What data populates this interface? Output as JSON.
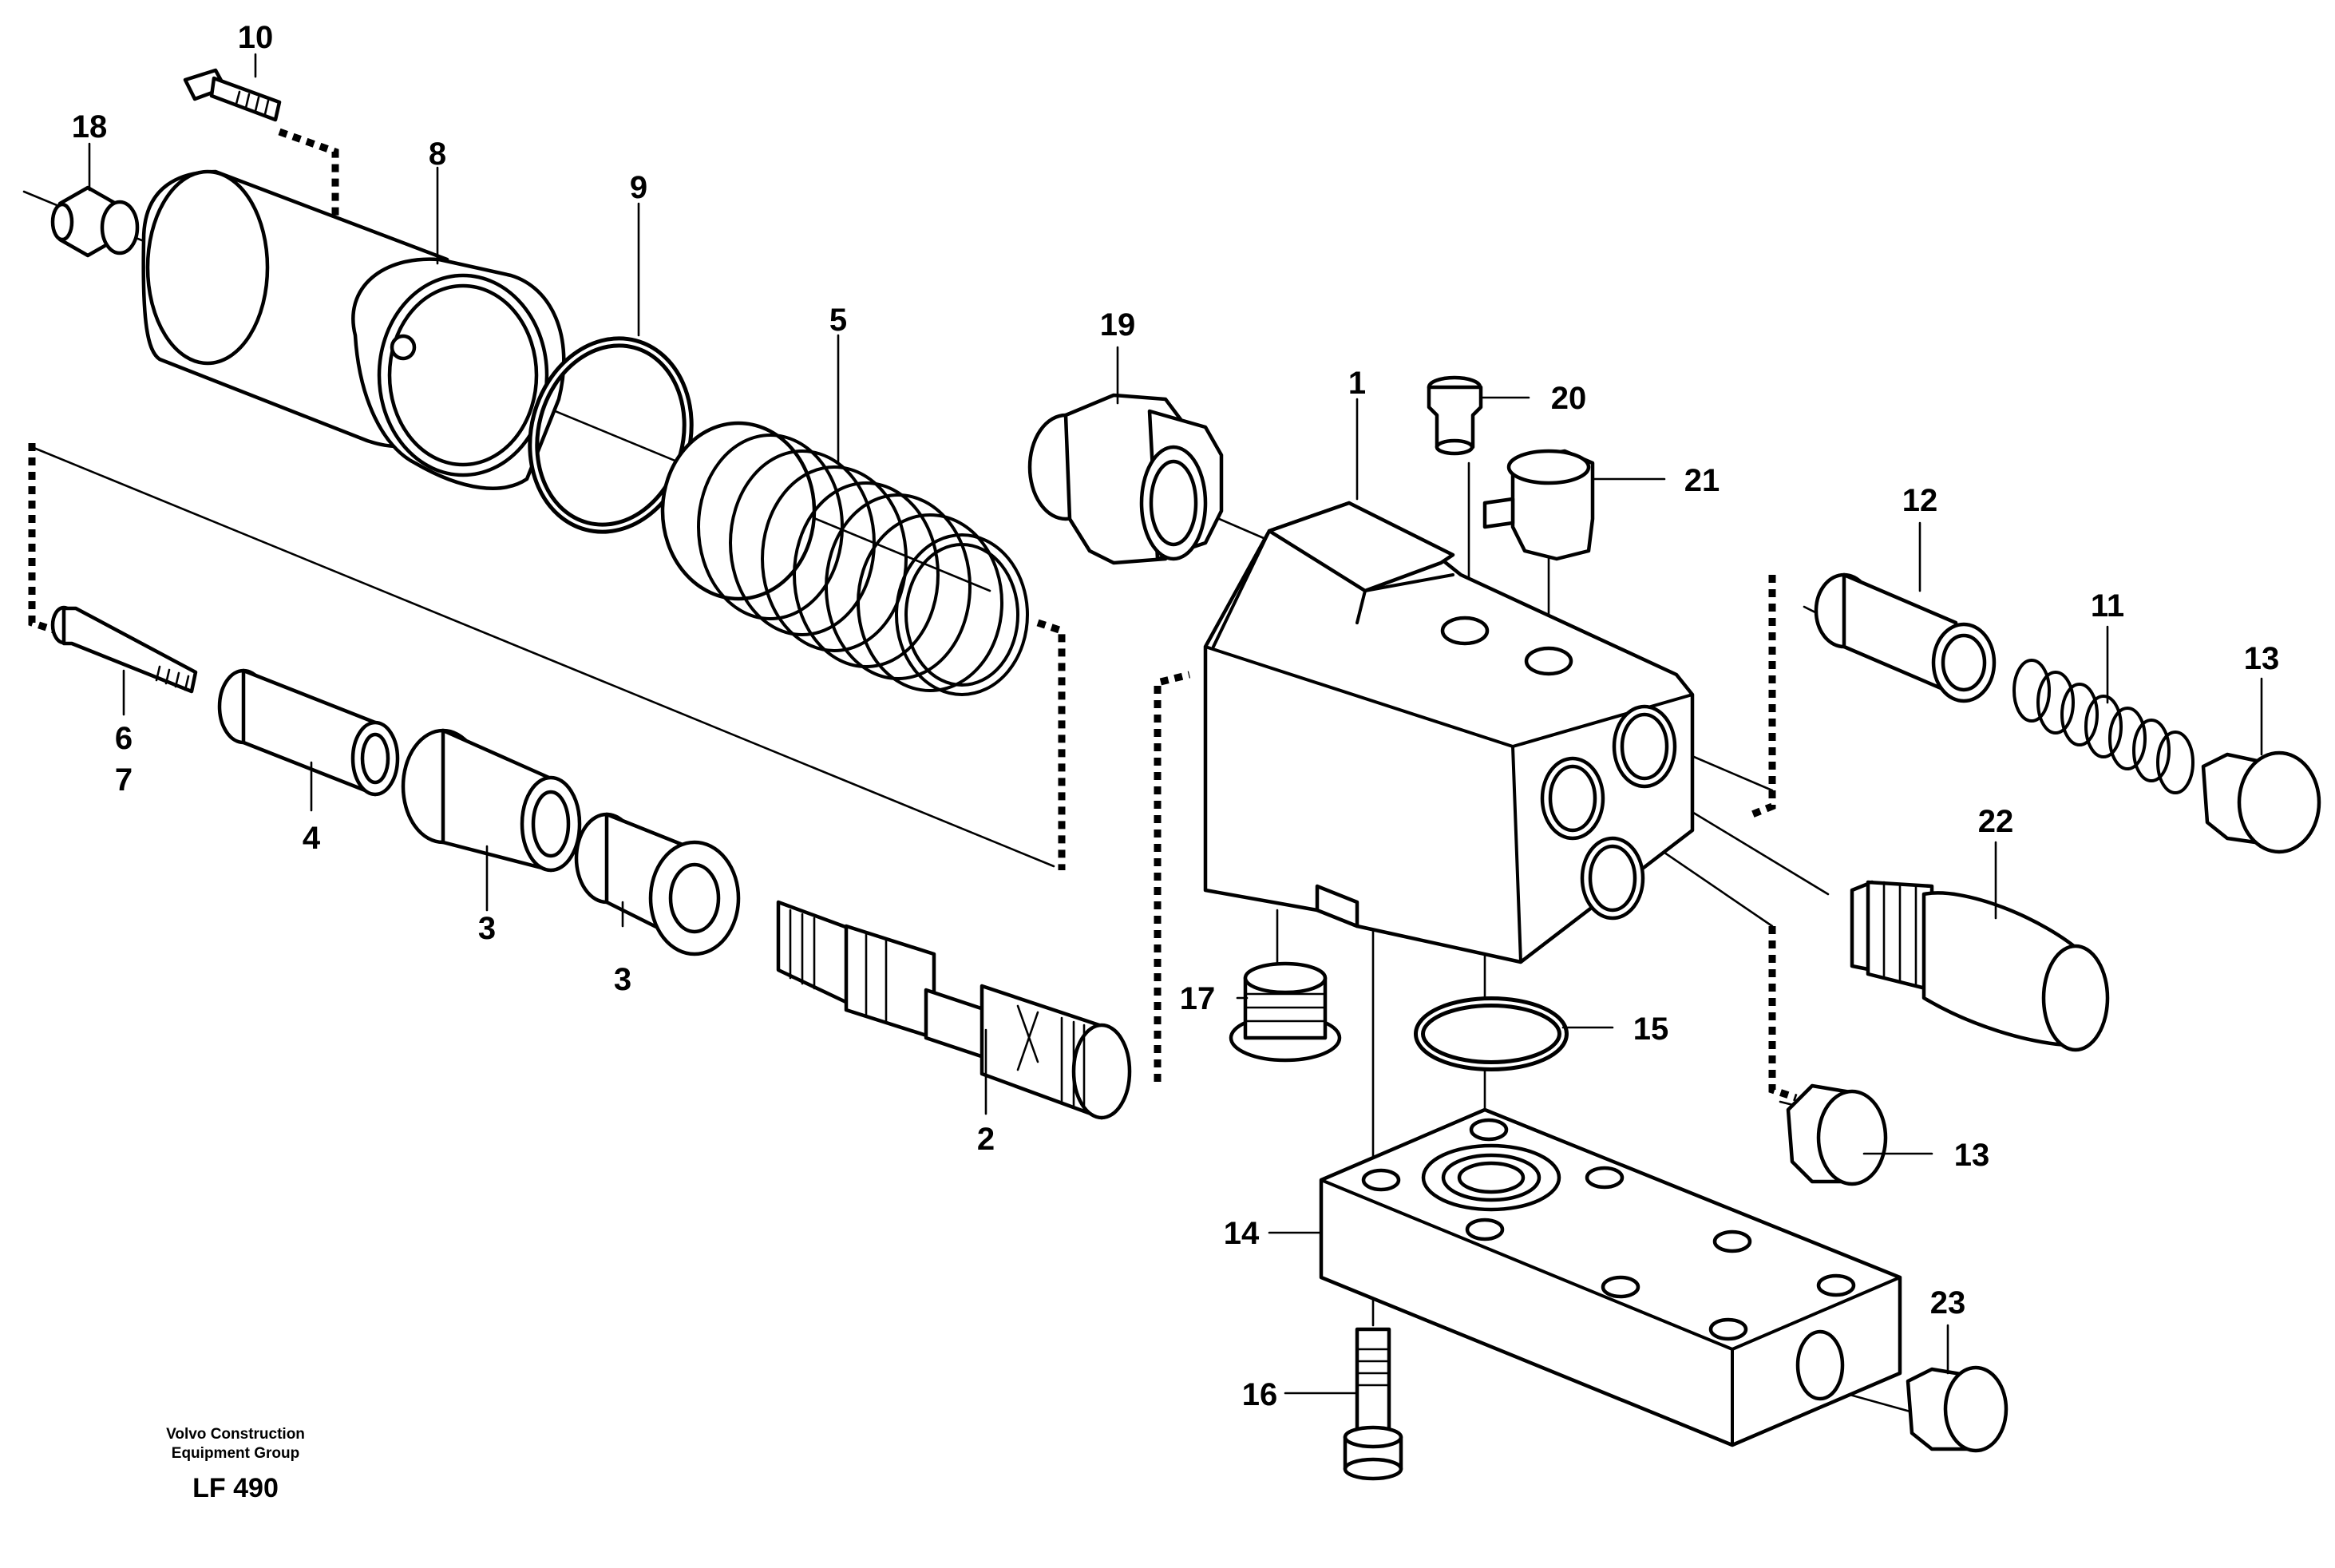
{
  "callouts": {
    "c1": "1",
    "c2": "2",
    "c3a": "3",
    "c3b": "3",
    "c4": "4",
    "c5": "5",
    "c6": "6",
    "c7": "7",
    "c8": "8",
    "c9": "9",
    "c10": "10",
    "c11": "11",
    "c12": "12",
    "c13a": "13",
    "c13b": "13",
    "c14": "14",
    "c15": "15",
    "c16": "16",
    "c17": "17",
    "c18": "18",
    "c19": "19",
    "c20": "20",
    "c21": "21",
    "c22": "22",
    "c23": "23"
  },
  "footer": {
    "credit_line1": "Volvo Construction",
    "credit_line2": "Equipment Group",
    "drawing_code": "LF 490"
  }
}
